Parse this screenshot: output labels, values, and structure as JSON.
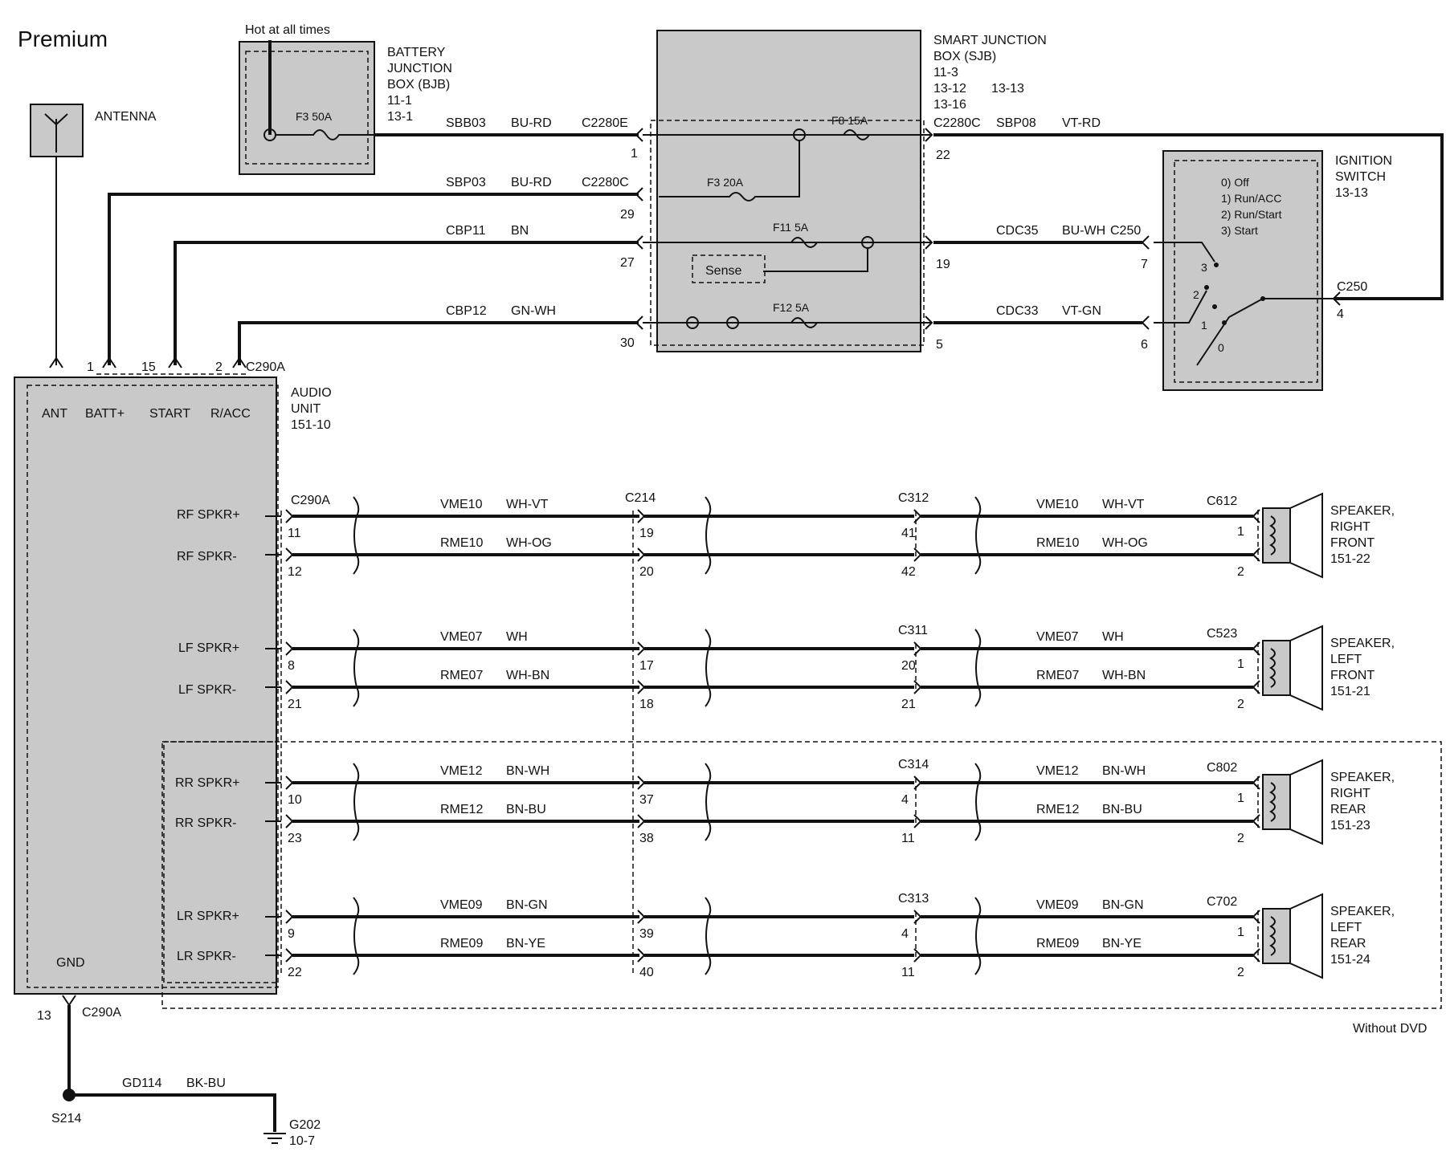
{
  "title": "Premium",
  "hot_at_all_times": "Hot at all times",
  "antenna": "ANTENNA",
  "bjb": {
    "line1": "BATTERY",
    "line2": "JUNCTION",
    "line3": "BOX (BJB)",
    "ref1": "11-1",
    "ref2": "13-1",
    "fuse": "F3 50A"
  },
  "sjb": {
    "line1": "SMART JUNCTION",
    "line2": "BOX (SJB)",
    "ref1": "11-3",
    "ref2": "13-12",
    "ref3": "13-13",
    "ref4": "13-16",
    "fuse_f8": "F8 15A",
    "fuse_f3": "F3 20A",
    "fuse_f11": "F11 5A",
    "fuse_f12": "F12 5A",
    "sense": "Sense"
  },
  "ignition": {
    "line1": "IGNITION",
    "line2": "SWITCH",
    "ref": "13-13",
    "pos0": "0) Off",
    "pos1": "1) Run/ACC",
    "pos2": "2) Run/Start",
    "pos3": "3) Start",
    "c250_top": "C250",
    "pin4": "4",
    "c250_mid": "C250",
    "pin7": "7",
    "pin6": "6",
    "sw3": "3",
    "sw2": "2",
    "sw1": "1",
    "sw0": "0"
  },
  "audio_unit": {
    "line1": "AUDIO",
    "line2": "UNIT",
    "ref": "151-10",
    "ant": "ANT",
    "batt": "BATT+",
    "start": "START",
    "racc": "R/ACC",
    "gnd": "GND",
    "rf_plus": "RF SPKR+",
    "rf_minus": "RF SPKR-",
    "lf_plus": "LF SPKR+",
    "lf_minus": "LF SPKR-",
    "rr_plus": "RR SPKR+",
    "rr_minus": "RR SPKR-",
    "lr_plus": "LR SPKR+",
    "lr_minus": "LR SPKR-",
    "pin1": "1",
    "pin15": "15",
    "pin2": "2",
    "c290a_top": "C290A",
    "pin13": "13",
    "c290a_bottom": "C290A",
    "c290a_spk": "C290A"
  },
  "top_wires": {
    "sbb03": "SBB03",
    "sbb03_color": "BU-RD",
    "c2280e": "C2280E",
    "pin1": "1",
    "sbp08": "SBP08",
    "sbp08_color": "VT-RD",
    "c2280c_top": "C2280C",
    "pin22": "22",
    "sbp03": "SBP03",
    "sbp03_color": "BU-RD",
    "c2280c": "C2280C",
    "pin29": "29",
    "cbp11": "CBP11",
    "cbp11_color": "BN",
    "pin27": "27",
    "pin19": "19",
    "cdc35": "CDC35",
    "cdc35_color": "BU-WH",
    "c250": "C250",
    "cbp12": "CBP12",
    "cbp12_color": "GN-WH",
    "pin30": "30",
    "pin5": "5",
    "cdc33": "CDC33",
    "cdc33_color": "VT-GN"
  },
  "speakers": [
    {
      "au_plus_pin": "11",
      "au_minus_pin": "12",
      "plus_circuit": "VME10",
      "plus_color": "WH-VT",
      "minus_circuit": "RME10",
      "minus_color": "WH-OG",
      "mid_conn": "C214",
      "mid_plus_pin": "19",
      "mid_minus_pin": "20",
      "far_conn": "C312",
      "far_plus_pin": "41",
      "far_minus_pin": "42",
      "right_plus_circuit": "VME10",
      "right_plus_color": "WH-VT",
      "right_minus_circuit": "RME10",
      "right_minus_color": "WH-OG",
      "spk_conn": "C612",
      "spk_plus_pin": "1",
      "spk_minus_pin": "2",
      "name1": "SPEAKER,",
      "name2": "RIGHT",
      "name3": "FRONT",
      "ref": "151-22"
    },
    {
      "au_plus_pin": "8",
      "au_minus_pin": "21",
      "plus_circuit": "VME07",
      "plus_color": "WH",
      "minus_circuit": "RME07",
      "minus_color": "WH-BN",
      "mid_conn": "",
      "mid_plus_pin": "17",
      "mid_minus_pin": "18",
      "far_conn": "C311",
      "far_plus_pin": "20",
      "far_minus_pin": "21",
      "right_plus_circuit": "VME07",
      "right_plus_color": "WH",
      "right_minus_circuit": "RME07",
      "right_minus_color": "WH-BN",
      "spk_conn": "C523",
      "spk_plus_pin": "1",
      "spk_minus_pin": "2",
      "name1": "SPEAKER,",
      "name2": "LEFT",
      "name3": "FRONT",
      "ref": "151-21"
    },
    {
      "au_plus_pin": "10",
      "au_minus_pin": "23",
      "plus_circuit": "VME12",
      "plus_color": "BN-WH",
      "minus_circuit": "RME12",
      "minus_color": "BN-BU",
      "mid_conn": "",
      "mid_plus_pin": "37",
      "mid_minus_pin": "38",
      "far_conn": "C314",
      "far_plus_pin": "4",
      "far_minus_pin": "11",
      "right_plus_circuit": "VME12",
      "right_plus_color": "BN-WH",
      "right_minus_circuit": "RME12",
      "right_minus_color": "BN-BU",
      "spk_conn": "C802",
      "spk_plus_pin": "1",
      "spk_minus_pin": "2",
      "name1": "SPEAKER,",
      "name2": "RIGHT",
      "name3": "REAR",
      "ref": "151-23"
    },
    {
      "au_plus_pin": "9",
      "au_minus_pin": "22",
      "plus_circuit": "VME09",
      "plus_color": "BN-GN",
      "minus_circuit": "RME09",
      "minus_color": "BN-YE",
      "mid_conn": "",
      "mid_plus_pin": "39",
      "mid_minus_pin": "40",
      "far_conn": "C313",
      "far_plus_pin": "4",
      "far_minus_pin": "11",
      "right_plus_circuit": "VME09",
      "right_plus_color": "BN-GN",
      "right_minus_circuit": "RME09",
      "right_minus_color": "BN-YE",
      "spk_conn": "C702",
      "spk_plus_pin": "1",
      "spk_minus_pin": "2",
      "name1": "SPEAKER,",
      "name2": "LEFT",
      "name3": "REAR",
      "ref": "151-24"
    }
  ],
  "without_dvd": "Without DVD",
  "ground": {
    "gd114": "GD114",
    "gd114_color": "BK-BU",
    "s214": "S214",
    "g202": "G202",
    "g202_ref": "10-7"
  }
}
